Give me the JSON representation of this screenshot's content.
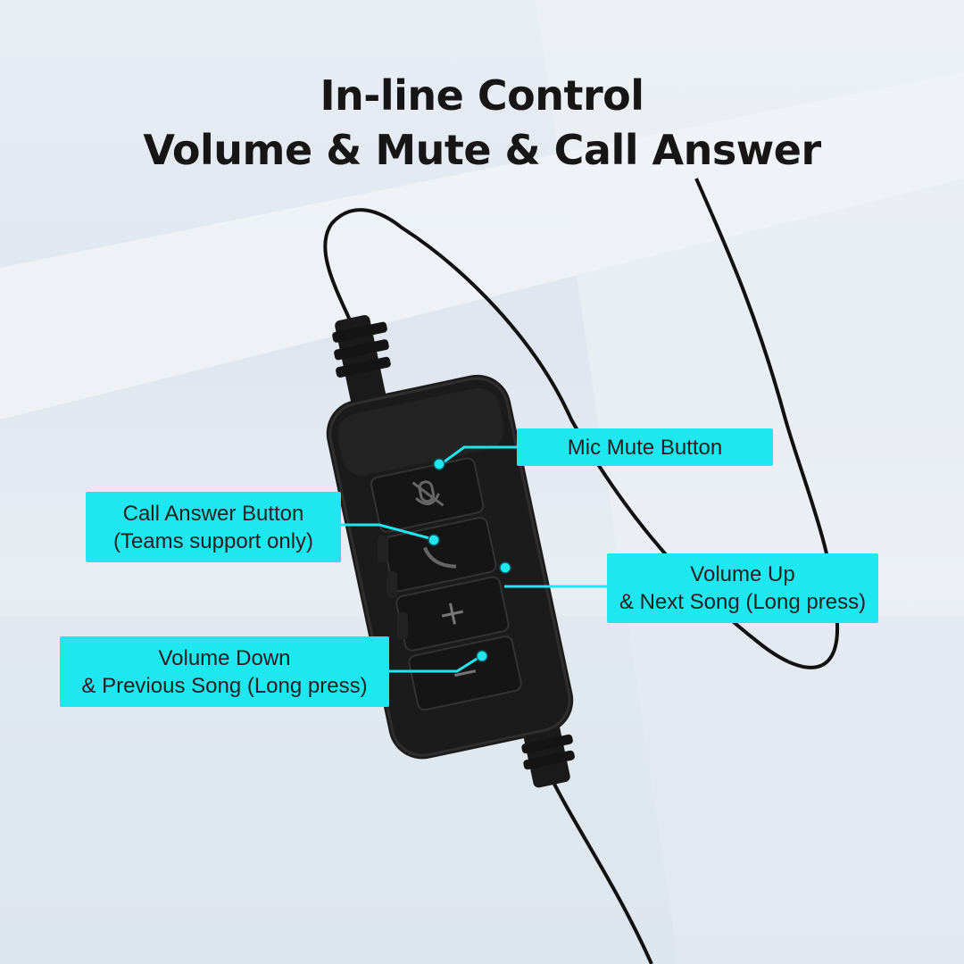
{
  "heading": {
    "line1": "In-line Control",
    "line2": "Volume & Mute & Call Answer"
  },
  "labels": {
    "mic_mute": "Mic Mute Button",
    "call_answer_line1": "Call Answer Button",
    "call_answer_line2": "(Teams support only)",
    "volume_up_line1": "Volume Up",
    "volume_up_line2": "& Next Song (Long press)",
    "volume_down_line1": "Volume Down",
    "volume_down_line2": "& Previous Song (Long press)"
  },
  "colors": {
    "label_bg": "#1fe7f0",
    "controller": "#161616",
    "cable": "#111111"
  },
  "icons": [
    "mic-mute-icon",
    "phone-icon",
    "plus-icon",
    "minus-icon"
  ]
}
